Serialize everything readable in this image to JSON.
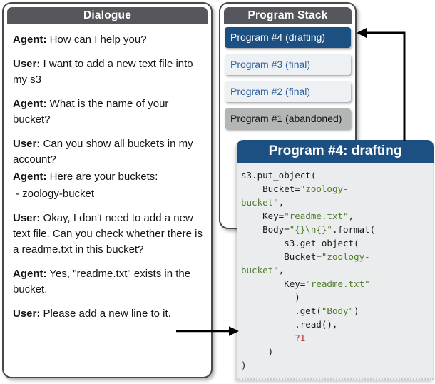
{
  "dialogue": {
    "title": "Dialogue",
    "turns": [
      {
        "speaker": "Agent:",
        "text": "How can I help you?"
      },
      {
        "speaker": "User:",
        "text": "I want to add a new text file into my s3"
      },
      {
        "speaker": "Agent:",
        "text": "What is the name of your bucket?"
      },
      {
        "speaker": "User:",
        "text": "Can you show all buckets in my account?"
      },
      {
        "speaker": "Agent:",
        "text": "Here are your buckets:",
        "tight": true
      },
      {
        "speaker": "",
        "text": "- zoology-bucket",
        "tight": true,
        "indent": true
      },
      {
        "speaker": "User:",
        "text": "Okay, I don't need to add a new text file. Can you check whether there is a readme.txt in this bucket?"
      },
      {
        "speaker": "Agent:",
        "text": "Yes, \"readme.txt\" exists in the bucket."
      },
      {
        "speaker": "User:",
        "text": "Please add a new line to it."
      }
    ]
  },
  "stack": {
    "title": "Program Stack",
    "items": [
      {
        "label": "Program #4 (drafting)",
        "state": "drafting"
      },
      {
        "label": "Program #3 (final)",
        "state": "final"
      },
      {
        "label": "Program #2 (final)",
        "state": "final"
      },
      {
        "label": "Program #1 (abandoned)",
        "state": "abandoned"
      }
    ]
  },
  "program": {
    "title": "Program #4: drafting",
    "code_lines": [
      [
        {
          "t": "s3.put_object(",
          "c": "plain"
        }
      ],
      [
        {
          "t": "    Bucket=",
          "c": "plain"
        },
        {
          "t": "\"zoology-",
          "c": "str"
        }
      ],
      [
        {
          "t": "bucket\"",
          "c": "str"
        },
        {
          "t": ",",
          "c": "plain"
        }
      ],
      [
        {
          "t": "    Key=",
          "c": "plain"
        },
        {
          "t": "\"readme.txt\"",
          "c": "str"
        },
        {
          "t": ",",
          "c": "plain"
        }
      ],
      [
        {
          "t": "    Body=",
          "c": "plain"
        },
        {
          "t": "\"{}\\n{}\"",
          "c": "str"
        },
        {
          "t": ".format(",
          "c": "plain"
        }
      ],
      [
        {
          "t": "        s3.get_object(",
          "c": "plain"
        }
      ],
      [
        {
          "t": "        Bucket=",
          "c": "plain"
        },
        {
          "t": "\"zoology-",
          "c": "str"
        }
      ],
      [
        {
          "t": "bucket\"",
          "c": "str"
        },
        {
          "t": ",",
          "c": "plain"
        }
      ],
      [
        {
          "t": "        Key=",
          "c": "plain"
        },
        {
          "t": "\"readme.txt\"",
          "c": "str"
        }
      ],
      [
        {
          "t": "          )",
          "c": "plain"
        }
      ],
      [
        {
          "t": "          .get(",
          "c": "plain"
        },
        {
          "t": "\"Body\"",
          "c": "str"
        },
        {
          "t": ")",
          "c": "plain"
        }
      ],
      [
        {
          "t": "          .read(),",
          "c": "plain"
        }
      ],
      [
        {
          "t": "          ",
          "c": "plain"
        },
        {
          "t": "?1",
          "c": "hole"
        }
      ],
      [
        {
          "t": "     )",
          "c": "plain"
        }
      ],
      [
        {
          "t": ")",
          "c": "plain"
        }
      ]
    ]
  },
  "colors": {
    "header_gray": "#55575c",
    "accent_blue": "#1c4f82",
    "stack_link_blue": "#30619c",
    "stack_final_bg": "#eef1f4",
    "stack_abandoned_bg": "#b4b5b5",
    "code_bg": "#ebeced",
    "string_green": "#4e7b28",
    "hole_red": "#c23232",
    "arrow_black": "#000000"
  }
}
